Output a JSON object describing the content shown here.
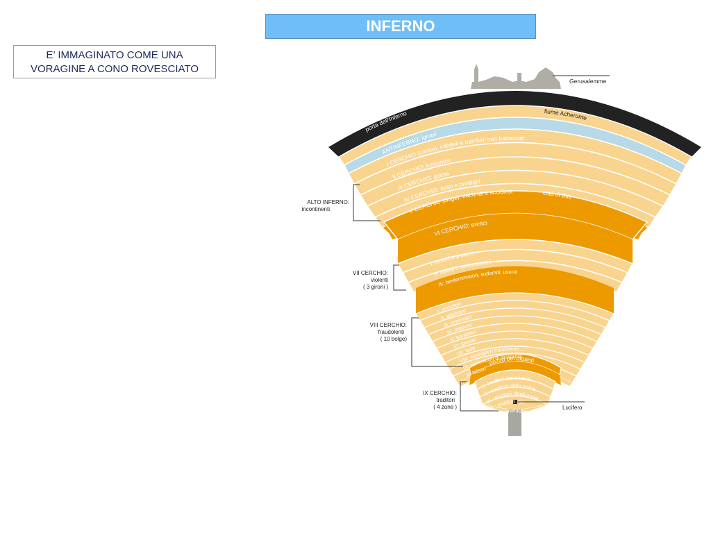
{
  "header": {
    "title": "INFERNO"
  },
  "note": {
    "line1": "E’ IMMAGINATO COME UNA",
    "line2": "VORAGINE A CONO ROVESCIATO"
  },
  "colors": {
    "title_bg": "#6fbef7",
    "band_light": "#f9d48f",
    "band_dark": "#ec9a00",
    "river": "#b7d9e8",
    "gate": "#222222",
    "city": "#b0ada4"
  },
  "city": {
    "label": "Gerusalemme"
  },
  "arc_labels": {
    "gate": "porta dell'Inferno",
    "river": "fiume Acheronte",
    "ignavi": "ANTINFERNO: ignavi",
    "c1": "I CERCHIO (Limbo): infedeli e bambini non battezzati",
    "c2": "II CERCHIO: lussuriosi",
    "c3": "III CERCHIO: golosi",
    "c4": "IV CERCHIO: avari e prodighi",
    "c5": "V CERCHIO  (Stige): iracondi e accidiosi",
    "dite": "città di Dite",
    "c6": "VI CERCHIO: eretici",
    "g1": "I: omicidi e predoni",
    "g2": "II: suicidi e scialacquatori",
    "g3": "III: bestemmiatori, sodomiti, usurai",
    "b1": "I: seduttori",
    "b2": "II: adulatori",
    "b3": "III: simoniaci",
    "b4": "IV: indovini",
    "b5": "V: barattieri",
    "b6": "VI: ipocriti",
    "b7": "VII: ladri",
    "b8": "VIII: consiglieri fraudolenti",
    "b9": "IX: seminatori di discordia",
    "b10": "X: falsari",
    "pozzo": "pozzo dei giganti",
    "z1": "I : traditori dei parenti",
    "z2": "II : traditori della patria",
    "z3": "III : traditori degli ospiti",
    "z4a": "IV : traditori dei",
    "z4b": "benefattori"
  },
  "side_labels": {
    "alto_1": "ALTO INFERNO:",
    "alto_2": "incontinenti",
    "vii_1": "VII CERCHIO:",
    "vii_2": "violenti",
    "vii_3": "( 3 gironi )",
    "viii_1": "VIII CERCHIO:",
    "viii_2": "fraudolenti",
    "viii_3": "( 10 bolge)",
    "ix_1": "IX CERCHIO:",
    "ix_2": "traditori",
    "ix_3": "( 4 zone )",
    "lucifero": "Lucifero"
  }
}
